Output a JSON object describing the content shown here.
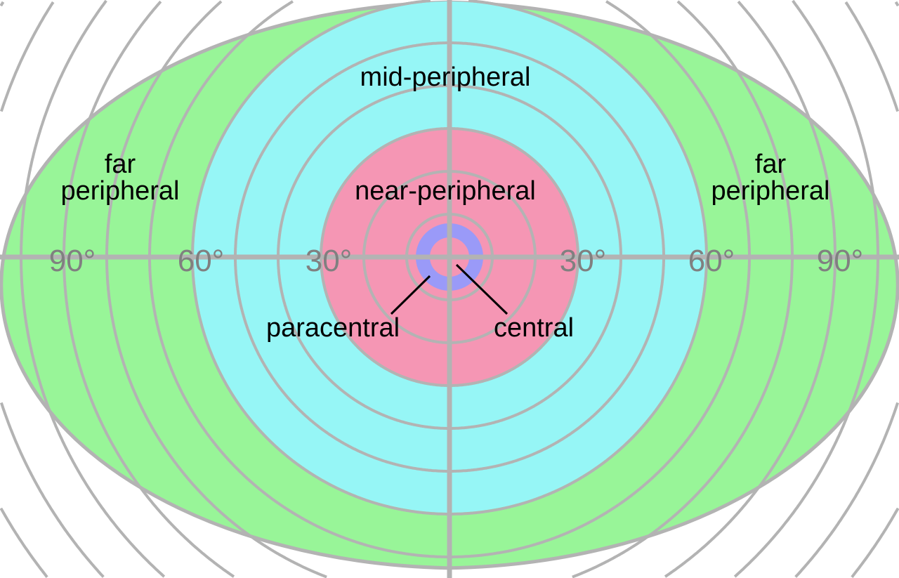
{
  "title": "Visual field regions",
  "colors": {
    "far_peripheral": "#98f598",
    "mid_peripheral": "#96f6f6",
    "near_peripheral": "#f596b4",
    "paracentral": "#9a9af8",
    "grid": "#b3b3b3",
    "degree_text": "#808080"
  },
  "labels": {
    "far_left_line1": "far",
    "far_left_line2": "peripheral",
    "far_right_line1": "far",
    "far_right_line2": "peripheral",
    "mid": "mid-peripheral",
    "near": "near-peripheral",
    "paracentral": "paracentral",
    "central": "central"
  },
  "degrees": {
    "left_90": "90°",
    "left_60": "60°",
    "left_30": "30°",
    "right_30": "30°",
    "right_60": "60°",
    "right_90": "90°"
  }
}
